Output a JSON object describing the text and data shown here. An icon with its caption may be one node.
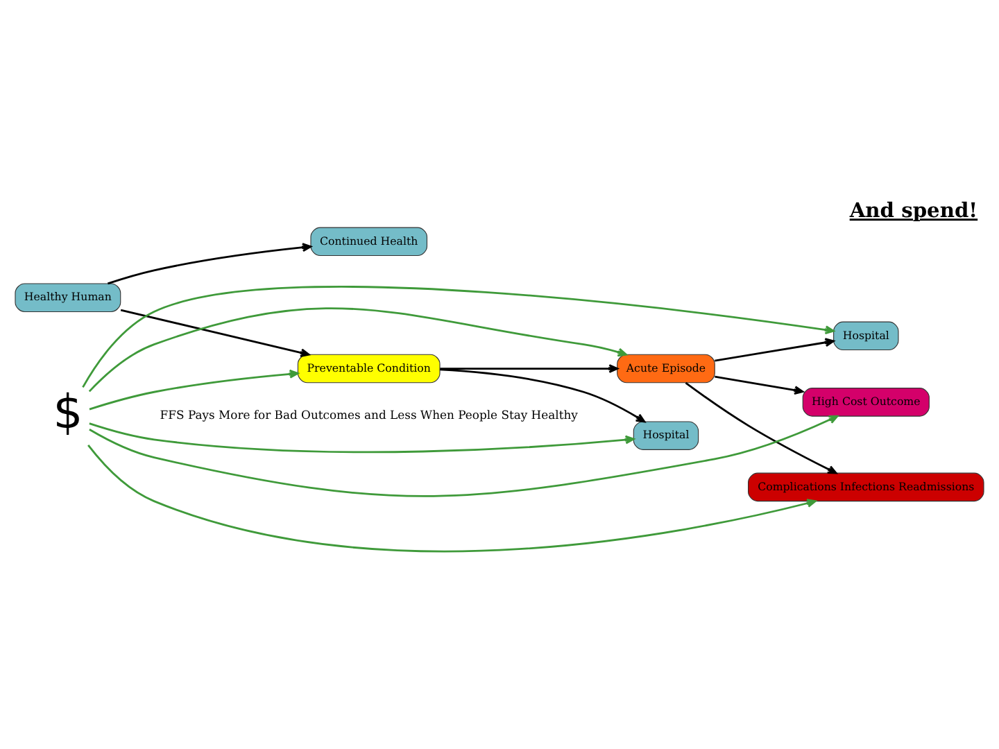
{
  "diagram": {
    "title": "And spend!",
    "nodes": [
      {
        "text": [
          "Healthy Human"
        ]
      },
      {
        "text": [
          "Continued Health"
        ]
      },
      {
        "text": [
          "Preventable Condition"
        ]
      },
      {
        "text": [
          "Hospital"
        ]
      },
      {
        "text": [
          "Acute Episode"
        ]
      },
      {
        "text": [
          "Hospital"
        ]
      },
      {
        "text": [
          "High Cost Outcome"
        ]
      },
      {
        "text": [
          "Complications Infections Readmissions"
        ]
      },
      {
        "text": [
          "$"
        ]
      }
    ],
    "edges": [
      {
        "from": 0,
        "to": 1,
        "arrow": "to"
      },
      {
        "from": 0,
        "to": 2,
        "arrow": "to"
      },
      {
        "from": 2,
        "to": 3,
        "arrow": "to"
      },
      {
        "from": 2,
        "to": 4,
        "arrow": "to"
      },
      {
        "from": 4,
        "to": 5,
        "arrow": "to"
      },
      {
        "from": 4,
        "to": 6,
        "arrow": "to"
      },
      {
        "from": 4,
        "to": 7,
        "arrow": "to"
      },
      {
        "from": 8,
        "to": 2,
        "arrow": "to",
        "color": "#3f9a3a"
      },
      {
        "from": 8,
        "to": 3,
        "arrow": "to",
        "color": "#3f9a3a"
      },
      {
        "from": 8,
        "to": 4,
        "arrow": "to",
        "color": "#3f9a3a"
      },
      {
        "from": 8,
        "to": 5,
        "arrow": "to",
        "color": "#3f9a3a"
      },
      {
        "from": 8,
        "to": 6,
        "arrow": "to",
        "color": "#3f9a3a"
      },
      {
        "from": 8,
        "to": 7,
        "arrow": "to",
        "color": "#3f9a3a"
      }
    ],
    "labels": [
      "FFS Pays More for Bad Outcomes and Less When People Stay Healthy"
    ]
  }
}
